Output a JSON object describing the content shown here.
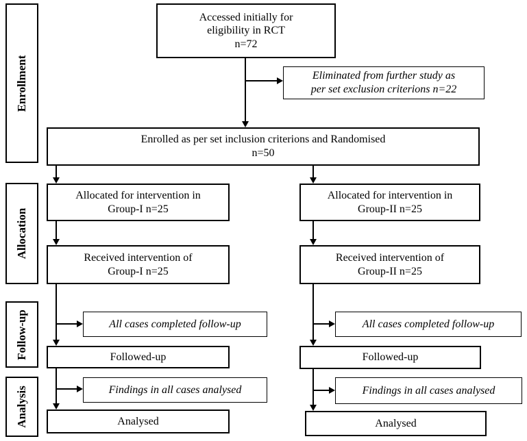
{
  "side_labels": {
    "enrollment": "Enrollment",
    "allocation": "Allocation",
    "followup": "Follow-up",
    "analysis": "Analysis"
  },
  "boxes": {
    "accessed": {
      "line1": "Accessed initially for",
      "line2": "eligibility in RCT",
      "line3": "n=72"
    },
    "eliminated": {
      "line1": "Eliminated from further study as",
      "line2": "per set exclusion criterions n=22"
    },
    "enrolled": {
      "line1": "Enrolled as per set inclusion criterions and Randomised",
      "line2": "n=50"
    },
    "allocated1": {
      "line1": "Allocated for intervention in",
      "line2": "Group-I n=25"
    },
    "allocated2": {
      "line1": "Allocated for intervention in",
      "line2": "Group-II n=25"
    },
    "received1": {
      "line1": "Received intervention of",
      "line2": "Group-I n=25"
    },
    "received2": {
      "line1": "Received intervention of",
      "line2": "Group-II n=25"
    },
    "followup_note1": "All cases completed follow-up",
    "followup_note2": "All cases completed follow-up",
    "followed_up1": "Followed-up",
    "followed_up2": "Followed-up",
    "analysis_note1": "Findings in all cases analysed",
    "analysis_note2": "Findings in all cases analysed",
    "analysed1": "Analysed",
    "analysed2": "Analysed"
  },
  "colors": {
    "line": "#000000",
    "text": "#000000",
    "background": "#ffffff"
  }
}
